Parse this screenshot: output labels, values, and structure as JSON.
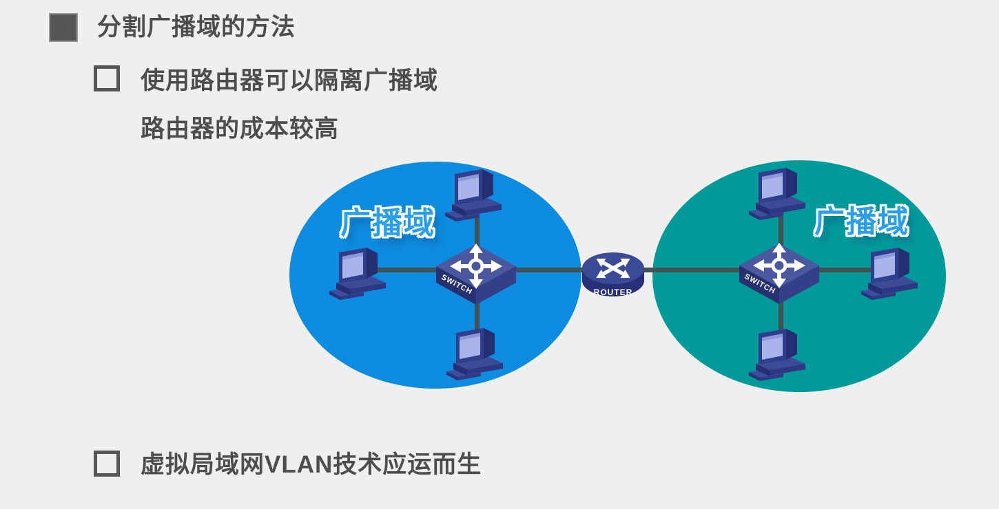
{
  "slide": {
    "background_color": "#efefee",
    "title": {
      "text": "分割广播域的方法"
    },
    "bullets": [
      "使用路由器可以隔离广播域",
      "路由器的成本较高",
      "虚拟局域网VLAN技术应运而生"
    ]
  },
  "diagram": {
    "domains": [
      {
        "label": "广播域",
        "fill": "#0e8cdf",
        "switch_label": "SWITCH",
        "computer_count": 3
      },
      {
        "label": "广播域",
        "fill": "#019a9b",
        "switch_label": "SWITCH",
        "computer_count": 3
      }
    ],
    "router": {
      "label": "ROUTER"
    },
    "link_color": "#3f5254",
    "label_color": "#2b9fe8",
    "icons": {
      "computer": "computer-icon",
      "switch": "switch-icon",
      "router": "router-icon"
    }
  }
}
